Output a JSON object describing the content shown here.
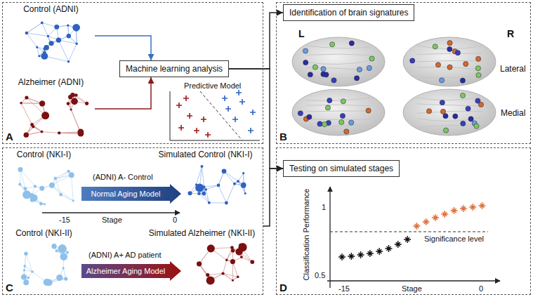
{
  "diagram": {
    "nodes": [
      {
        "text": [
          "A"
        ]
      },
      {
        "text": [
          "Control (ADNI)"
        ],
        "in": 0
      },
      {
        "text": [
          "Alzheimer (ADNI)"
        ],
        "in": 0
      },
      {
        "text": [
          "Machine learning analysis"
        ],
        "in": 0
      },
      {
        "text": [
          "B"
        ]
      },
      {
        "text": [
          "Identification of brain signatures"
        ],
        "in": 4
      },
      {
        "text": [
          "C"
        ]
      },
      {
        "text": [
          "Control (NKI-I)"
        ],
        "in": 6
      },
      {
        "text": [
          "Normal Aging Model"
        ],
        "in": 6
      },
      {
        "text": [
          "Simulated Control (NKI-I)"
        ],
        "in": 6
      },
      {
        "text": [
          "Control (NKI-II)"
        ],
        "in": 6
      },
      {
        "text": [
          "Alzheimer Aging Model"
        ],
        "in": 6
      },
      {
        "text": [
          "Simulated Alzheimer (NKI-II)"
        ],
        "in": 6
      },
      {
        "text": [
          "D"
        ]
      },
      {
        "text": [
          "Testing on simulated stages"
        ],
        "in": 13
      }
    ],
    "edges": [
      {
        "from": 1,
        "to": 3,
        "arrow": "to"
      },
      {
        "from": 2,
        "to": 3,
        "arrow": "to"
      },
      {
        "from": 3,
        "to": 5,
        "arrow": "to"
      },
      {
        "from": 3,
        "to": 14,
        "arrow": "to"
      },
      {
        "from": 6,
        "to": 14,
        "arrow": "to"
      }
    ],
    "labels": [
      "Predictive Model",
      "L",
      "R",
      "Lateral",
      "Medial",
      "(ADNI) A- Control",
      "(ADNI) A+ AD patient",
      "-15",
      "Stage",
      "0",
      "Classification Performance",
      "1",
      "0.5",
      "Significance level",
      "-15",
      "Stage",
      "0"
    ]
  }
}
